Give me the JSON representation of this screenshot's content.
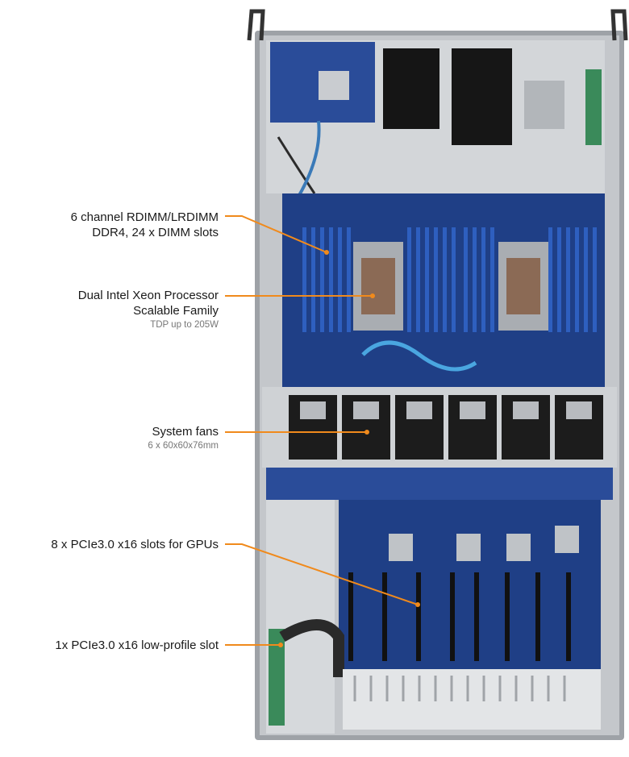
{
  "annotations": {
    "dimm": {
      "line1": "6 channel RDIMM/LRDIMM",
      "line2": "DDR4, 24 x DIMM slots"
    },
    "cpu": {
      "line1": "Dual Intel Xeon Processor",
      "line2": "Scalable Family",
      "sub": "TDP up to 205W"
    },
    "fans": {
      "line1": "System fans",
      "sub": "6 x 60x60x76mm"
    },
    "gpu": {
      "line1": "8 x PCIe3.0 x16 slots for GPUs"
    },
    "lowprofile": {
      "line1": "1x PCIe3.0 x16 low-profile slot"
    }
  },
  "colors": {
    "leader_line": "#f08a1c",
    "chassis": "#b9bcc0",
    "board": "#1f3f86",
    "dimm_slot": "#2e5fbf"
  }
}
